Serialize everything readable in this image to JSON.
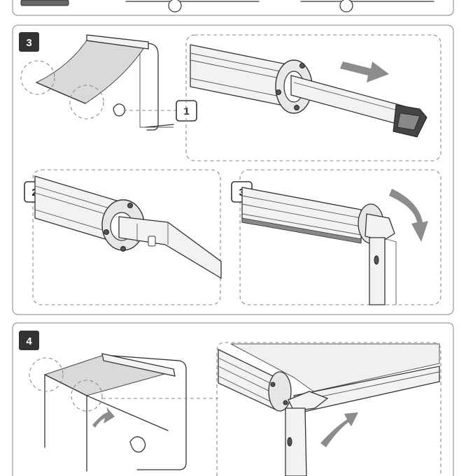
{
  "steps": {
    "step3": {
      "number": "3"
    },
    "step4": {
      "number": "4"
    }
  },
  "callouts": {
    "c1": "1",
    "c2": "2",
    "c3": "3"
  }
}
